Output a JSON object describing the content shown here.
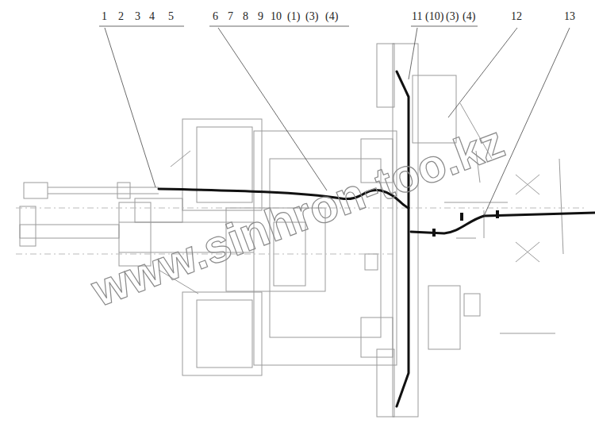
{
  "diagram": {
    "labels": [
      "1",
      "2",
      "3",
      "4",
      "5",
      "6",
      "7",
      "8",
      "9",
      "10",
      "(1)",
      "(3)",
      "(4)",
      "11",
      "(10)",
      "(3)",
      "(4)",
      "12",
      "13",
      "www.sinhron-too.kz"
    ]
  }
}
